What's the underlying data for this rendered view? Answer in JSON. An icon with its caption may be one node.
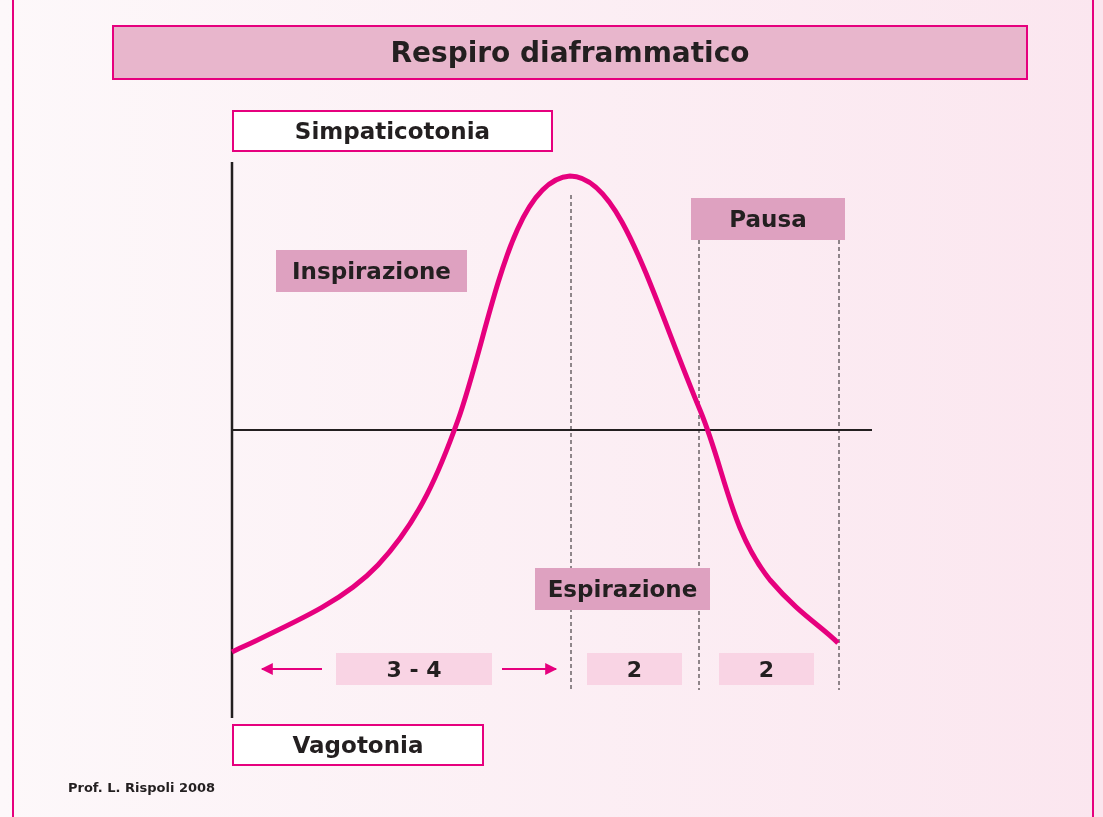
{
  "diagram": {
    "title": "Respiro diaframmatico",
    "caption": "Prof. L. Rispoli 2008",
    "nodes": [
      {
        "text": [
          "Simpaticotonia"
        ]
      },
      {
        "text": [
          "Inspirazione"
        ]
      },
      {
        "text": [
          "Pausa"
        ]
      },
      {
        "text": [
          "Espirazione"
        ]
      },
      {
        "text": [
          "3 - 4"
        ]
      },
      {
        "text": [
          "2"
        ]
      },
      {
        "text": [
          "2"
        ]
      },
      {
        "text": [
          "Vagotonia"
        ]
      }
    ],
    "edges": [
      {
        "from": 4,
        "to": null,
        "arrow": "to",
        "color": "#e6007e"
      },
      {
        "from": 4,
        "to": null,
        "arrow": "to",
        "color": "#e6007e"
      }
    ]
  }
}
